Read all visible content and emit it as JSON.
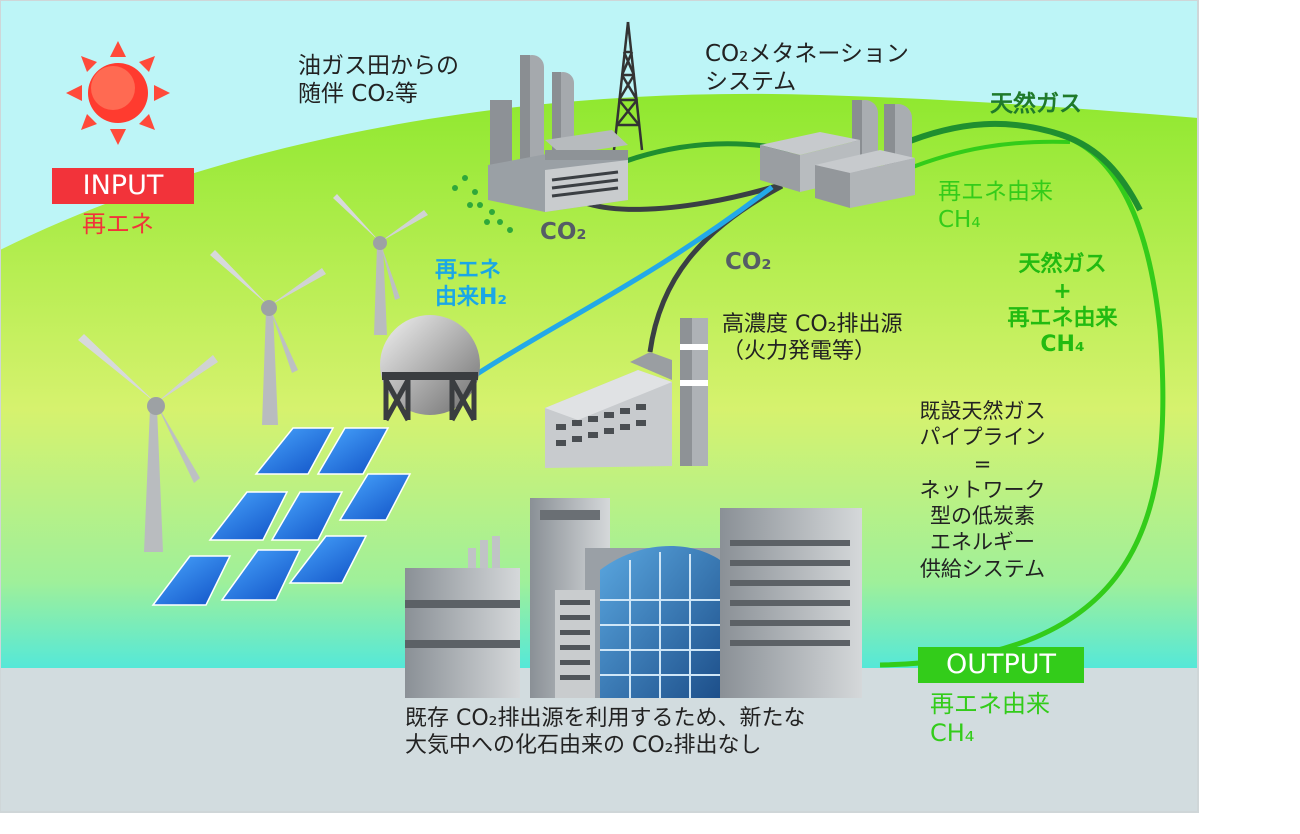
{
  "input": {
    "badge": "INPUT",
    "label": "再エネ"
  },
  "output": {
    "badge": "OUTPUT",
    "label": "再エネ由来\nCH₄"
  },
  "labels": {
    "oil_gas_field": "油ガス田からの\n随伴 CO₂等",
    "methanation_system": "CO₂メタネーション\nシステム",
    "natural_gas": "天然ガス",
    "renewable_ch4": "再エネ由来\nCH₄",
    "co2_from_field": "CO₂",
    "co2_from_source": "CO₂",
    "renewable_h2": "再エネ\n由来H₂",
    "high_conc_source": "高濃度 CO₂排出源\n（火力発電等）",
    "natural_gas_plus_ch4": "天然ガス\n+\n再エネ由来\nCH₄",
    "pipeline": "既設天然ガス\nパイプライン\n=\nネットワーク\n型の低炭素\nエネルギー\n供給システム",
    "footnote": "既存 CO₂排出源を利用するため、新たな\n大気中への化石由来の CO₂排出なし"
  },
  "colors": {
    "sky": "#bdf5f7",
    "field_green": "#9eea3a",
    "field_light": "#dff57a",
    "ground": "#cfd9dc",
    "gas_line": "#1f8f2f",
    "pipeline_line": "#33cc1a",
    "h2_line": "#23a9e8",
    "co2_line": "#3a3f44",
    "input_red": "#f2333a",
    "output_green": "#33cc1a",
    "sun": "#ff3b2f"
  },
  "icons": {
    "sun": "sun-icon",
    "wind_turbine": "wind-turbine-icon",
    "solar_panel": "solar-panel-icon",
    "h2_tank": "hydrogen-tank-icon",
    "oil_facility": "oil-gas-facility-icon",
    "drilling_tower": "drilling-tower-icon",
    "methanation_plant": "methanation-plant-icon",
    "power_plant": "power-plant-icon",
    "city": "city-buildings-icon"
  }
}
